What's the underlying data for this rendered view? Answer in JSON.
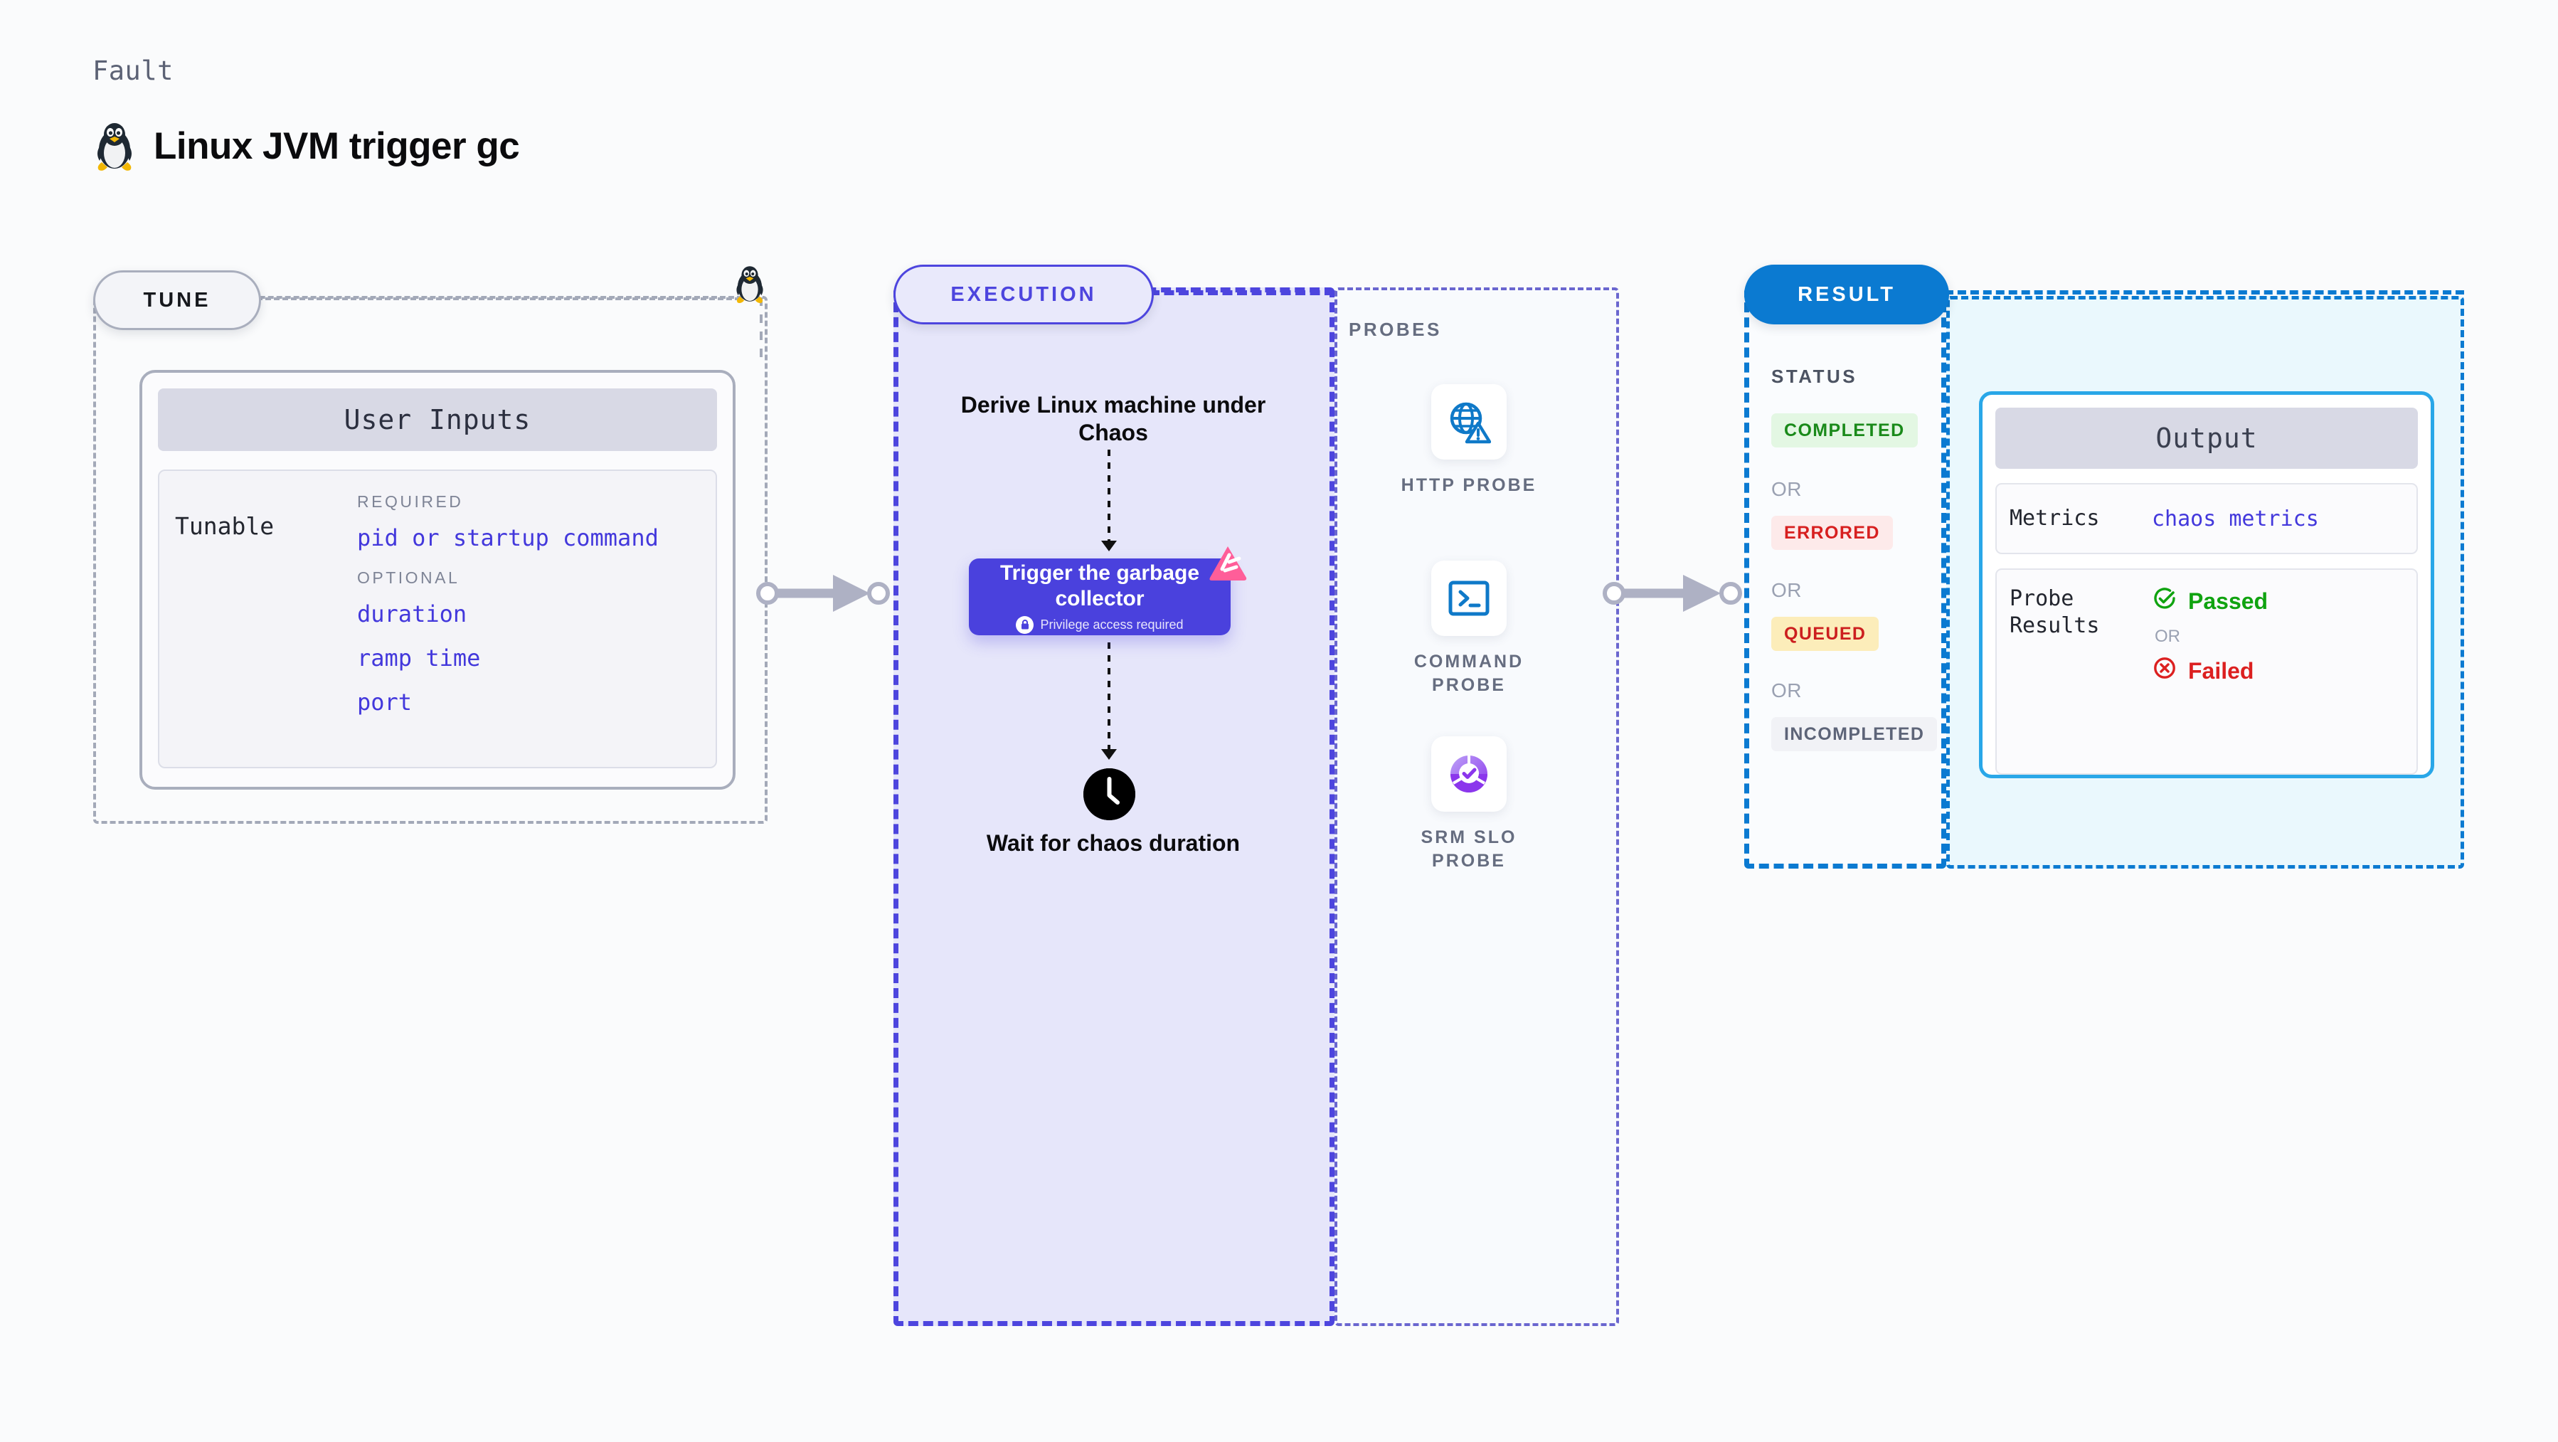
{
  "header": {
    "eyebrow": "Fault",
    "title": "Linux JVM trigger gc",
    "icon": "linux-penguin-icon"
  },
  "colors": {
    "accent_purple": "#4d45de",
    "accent_blue": "#0b7ad1",
    "accent_cyan": "#29a7e8",
    "link_purple": "#4338dc",
    "success_green": "#10a310",
    "error_red": "#dc2020",
    "warning_yellow": "#fcedba",
    "harness_pink": "#ff5e99",
    "muted_grey": "#a3a9b8"
  },
  "tune": {
    "pill_label": "TUNE",
    "card_title": "User Inputs",
    "row_label": "Tunable",
    "groups": [
      {
        "label": "REQUIRED",
        "fields": [
          "pid or startup command"
        ]
      },
      {
        "label": "OPTIONAL",
        "fields": [
          "duration",
          "ramp time",
          "port"
        ]
      }
    ]
  },
  "execution": {
    "pill_label": "EXECUTION",
    "step_derive": "Derive Linux machine under Chaos",
    "node": {
      "title": "Trigger the garbage collector",
      "badge_text": "Privilege access required",
      "badge_icon": "lock-icon",
      "corner_logo": "harness-logo-icon"
    },
    "step_wait": "Wait for chaos duration",
    "wait_icon": "clock-icon"
  },
  "probes": {
    "section_label": "PROBES",
    "items": [
      {
        "caption": "HTTP PROBE",
        "icon": "globe-warning-icon"
      },
      {
        "caption": "COMMAND PROBE",
        "icon": "terminal-icon"
      },
      {
        "caption": "SRM SLO PROBE",
        "icon": "slo-donut-check-icon"
      }
    ]
  },
  "result": {
    "pill_label": "RESULT",
    "status_label": "STATUS",
    "or_label": "OR",
    "statuses": [
      "COMPLETED",
      "ERRORED",
      "QUEUED",
      "INCOMPLETED"
    ]
  },
  "output": {
    "card_title": "Output",
    "rows": [
      {
        "key": "Metrics",
        "value": "chaos metrics"
      },
      {
        "key": "Probe Results",
        "passed": "Passed",
        "or_label": "OR",
        "failed": "Failed"
      }
    ]
  }
}
